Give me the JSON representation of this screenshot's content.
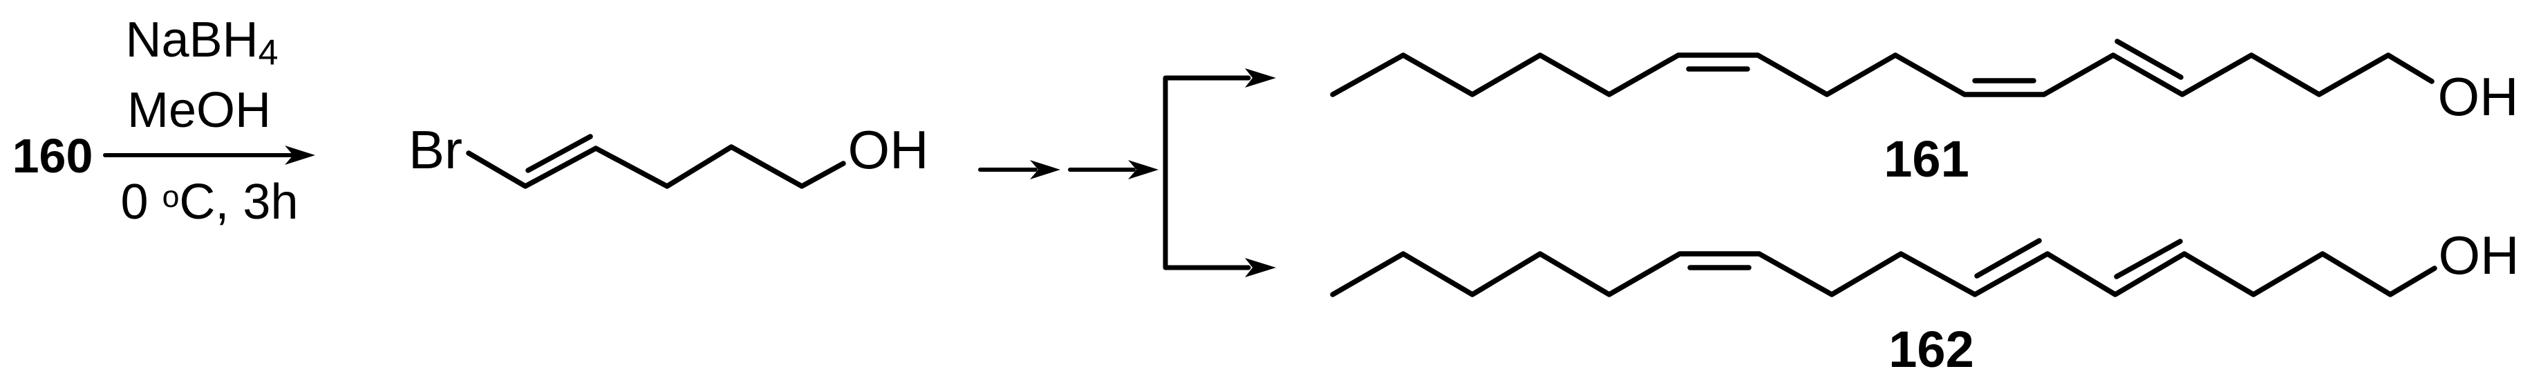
{
  "colors": {
    "ink": "#000000",
    "background": "#ffffff"
  },
  "scheme": {
    "reactant": {
      "label": "160"
    },
    "step1": {
      "reagent_line1": {
        "main": "NaBH",
        "sub": "4"
      },
      "reagent_line2": "MeOH",
      "conditions": {
        "pre": "0 ",
        "sup": "o",
        "post": "C, 3h"
      }
    },
    "intermediate": {
      "left_atom": "Br",
      "right_atom": "OH",
      "description_visible": "(E)-1-bromo pent-1-ene chain drawn Br-CH=CH-CH2-CH2-CH2-OH"
    },
    "multistep": {
      "arrow_count_between": 2
    },
    "products": [
      {
        "label": "161",
        "hydroxyl": "OH"
      },
      {
        "label": "162",
        "hydroxyl": "OH"
      }
    ]
  }
}
